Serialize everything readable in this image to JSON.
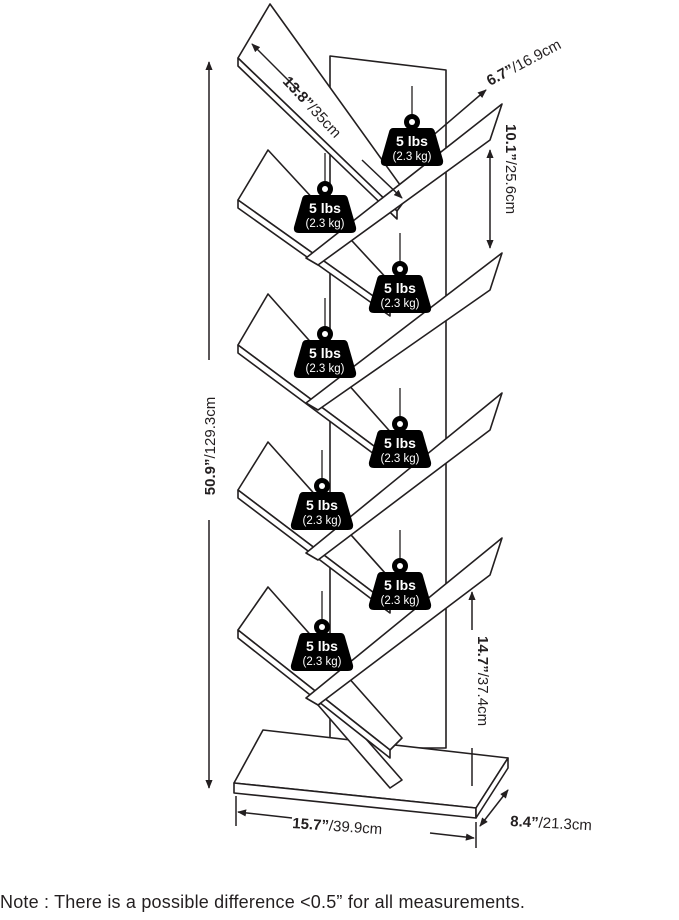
{
  "dimensions": {
    "height": {
      "value": "50.9”",
      "alt": "/129.3cm"
    },
    "shelf_length": {
      "value": "13.8”",
      "alt": "/35cm"
    },
    "shelf_depth": {
      "value": "6.7”",
      "alt": "/16.9cm"
    },
    "shelf_spacing": {
      "value": "10.1”",
      "alt": "/25.6cm"
    },
    "bottom_height": {
      "value": "14.7”",
      "alt": "/37.4cm"
    },
    "base_width": {
      "value": "15.7”",
      "alt": "/39.9cm"
    },
    "base_depth": {
      "value": "8.4”",
      "alt": "/21.3cm"
    }
  },
  "weights": [
    {
      "lbs": "5 lbs",
      "kg": "(2.3 kg)"
    },
    {
      "lbs": "5 lbs",
      "kg": "(2.3 kg)"
    },
    {
      "lbs": "5 lbs",
      "kg": "(2.3 kg)"
    },
    {
      "lbs": "5 lbs",
      "kg": "(2.3 kg)"
    },
    {
      "lbs": "5 lbs",
      "kg": "(2.3 kg)"
    },
    {
      "lbs": "5 lbs",
      "kg": "(2.3 kg)"
    },
    {
      "lbs": "5 lbs",
      "kg": "(2.3 kg)"
    },
    {
      "lbs": "5 lbs",
      "kg": "(2.3 kg)"
    }
  ],
  "note": "Note : There is a possible difference <0.5” for all measurements."
}
